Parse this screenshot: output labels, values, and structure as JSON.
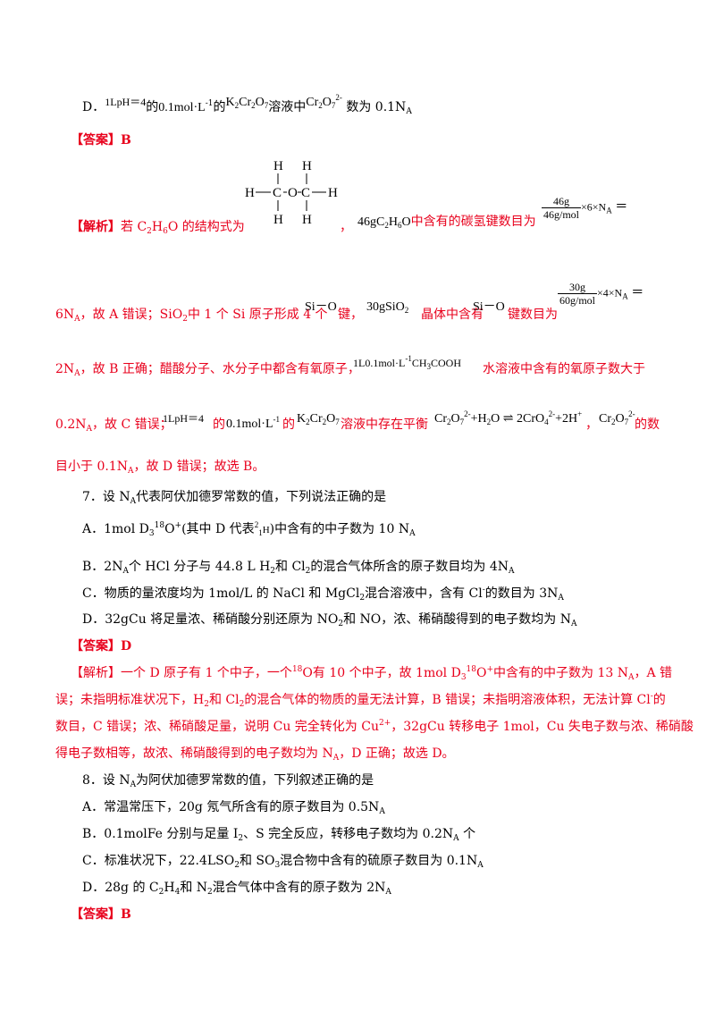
{
  "d_option_top": {
    "label": "D．",
    "ph_part": "1LpH＝4",
    "de1": "的",
    "conc": "0.1mol·L",
    "conc_sup": "-1",
    "de2": "的",
    "salt": "K",
    "salt_rest": "Cr",
    "soln": "溶液中",
    "ion": "Cr",
    "count": "数为 0.1N",
    "count_sub": "A"
  },
  "answer_q6": {
    "label": "【答案】B"
  },
  "explanation_q6": {
    "label": "【解析】",
    "s1": "若 C",
    "s1b": "H",
    "s1c": "O 的结构式为",
    "s1d": "，",
    "s1e": "46gC",
    "s1f": "H",
    "s1g": "O",
    "s1h": "中含有的碳氢键数目为",
    "frac1_num": "46g",
    "frac1_den": "46g/mol",
    "mult1": "×6×N",
    "eq": "＝",
    "line2a": "6N",
    "line2b": "，故 A 错误；SiO",
    "line2c": "中 1 个 Si 原子形成 4 个",
    "sio": "Si－O",
    "line2d": "键，",
    "line2e": "30gSiO",
    "line2f": "晶体中含有",
    "line2g": "键数目为",
    "frac2_num": "30g",
    "frac2_den": "60g/mol",
    "mult2": "×4×N",
    "line3a": "2N",
    "line3b": "，故 B 正确；醋酸分子、水分子中都含有氧原子，",
    "line3c": "1L0.1mol·L",
    "line3d": "CH",
    "line3e": "COOH",
    "line3f": "水溶液中含有的氧原子数大于",
    "line4a": "0.2N",
    "line4b": "，故 C 错误；",
    "line4c": "1LpH＝4",
    "line4d": "的",
    "line4e": "0.1mol·L",
    "line4f": "的",
    "line4g": "溶液中存在平衡",
    "line4h": "Cr",
    "line4i": "+H",
    "line4j": "O ⇌ 2CrO",
    "line4k": "+2H",
    "line4l": "，",
    "line4m": "的数",
    "line5": "目小于 0.1N",
    "line5b": "，故 D 错误；故选 B。"
  },
  "structure": {
    "atoms": [
      "H",
      "H",
      "H",
      "C",
      "O",
      "C",
      "H",
      "H",
      "H"
    ]
  },
  "q7": {
    "stem": "7．设 N",
    "stem_b": "代表阿伏加德罗常数的值，下列说法正确的是",
    "a": "A．1mol D",
    "a_b": "O",
    "a_c": "(其中 D 代表",
    "a_d": "H",
    "a_e": ")中含有的中子数为 10 N",
    "b": "B．2N",
    "b_b": "个 HCl 分子与 44.8 L H",
    "b_c": "和 Cl",
    "b_d": "的混合气体所含的原子数目均为 4N",
    "c": "C．物质的量浓度均为 1mol/L 的 NaCl 和 MgCl",
    "c_b": "混合溶液中，含有 Cl",
    "c_c": "的数目为 3N",
    "d": "D．32gCu 将足量浓、稀硝酸分别还原为 NO",
    "d_b": "和 NO，浓、稀硝酸得到的电子数均为 N",
    "answer": "【答案】D",
    "exp1a": "【解析】一个 D 原子有 1 个中子，一个",
    "exp1b": "O",
    "exp1c": "有 10 个中子，故 1mol D",
    "exp1d": "O",
    "exp1e": "中含有的中子数为 13 N",
    "exp1f": "，A 错",
    "exp2a": "误；未指明标准状况下，H",
    "exp2b": "和 Cl",
    "exp2c": "的混合气体的物质的量无法计算，B 错误；未指明溶液体积，无法计算 Cl",
    "exp2d": "的",
    "exp3a": "数目，C 错误；浓、稀硝酸足量，说明 Cu 完全转化为 Cu",
    "exp3b": "，32gCu 转移电子 1mol，Cu 失电子数与浓、稀硝酸",
    "exp4a": "得电子数相等，故浓、稀硝酸得到的电子数均为 N",
    "exp4b": "，D 正确；故选 D。"
  },
  "q8": {
    "stem": "8．设 N",
    "stem_b": "为阿伏加德罗常数的值，下列叙述正确的是",
    "a": "A．常温常压下，20g 氖气所含有的原子数目为 0.5N",
    "b": "B．0.1molFe 分别与足量 I",
    "b_b": "、S 完全反应，转移电子数均为 0.2N",
    "b_c": "个",
    "c": "C．标准状况下，22.4LSO",
    "c_b": "和 SO",
    "c_c": "混合物中含有的硫原子数目为 0.1N",
    "d": "D．28g 的 C",
    "d_b": "H",
    "d_c": "和 N",
    "d_d": "混合气体中含有的原子数为 2N",
    "answer": "【答案】B"
  }
}
